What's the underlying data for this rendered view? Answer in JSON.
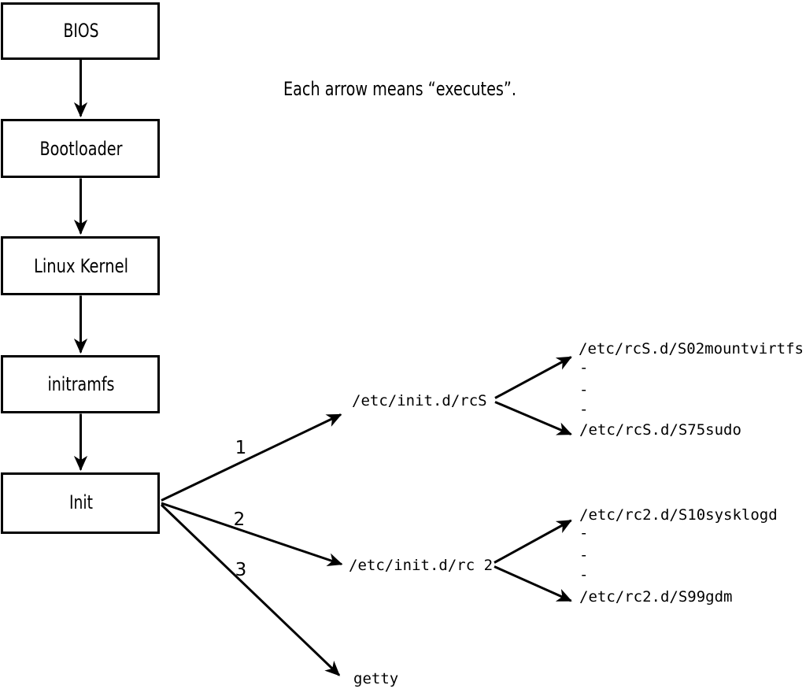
{
  "diagram": {
    "caption": "Each arrow means “executes”.",
    "boxes": [
      {
        "label": "BIOS"
      },
      {
        "label": "Bootloader"
      },
      {
        "label": "Linux Kernel"
      },
      {
        "label": "initramfs"
      },
      {
        "label": "Init"
      }
    ],
    "edge_labels": [
      "1",
      "2",
      "3"
    ],
    "init_targets": [
      {
        "label": "/etc/init.d/rcS"
      },
      {
        "label": "/etc/init.d/rc 2"
      },
      {
        "label": "getty"
      }
    ],
    "rcS_children": [
      "/etc/rcS.d/S02mountvirtfs",
      "-",
      "-",
      "-",
      "/etc/rcS.d/S75sudo"
    ],
    "rc2_children": [
      "/etc/rc2.d/S10sysklogd",
      "-",
      "-",
      "-",
      "/etc/rc2.d/S99gdm"
    ],
    "colors": {
      "stroke": "#000000",
      "background": "#ffffff",
      "box_fill": "#ffffff"
    }
  }
}
